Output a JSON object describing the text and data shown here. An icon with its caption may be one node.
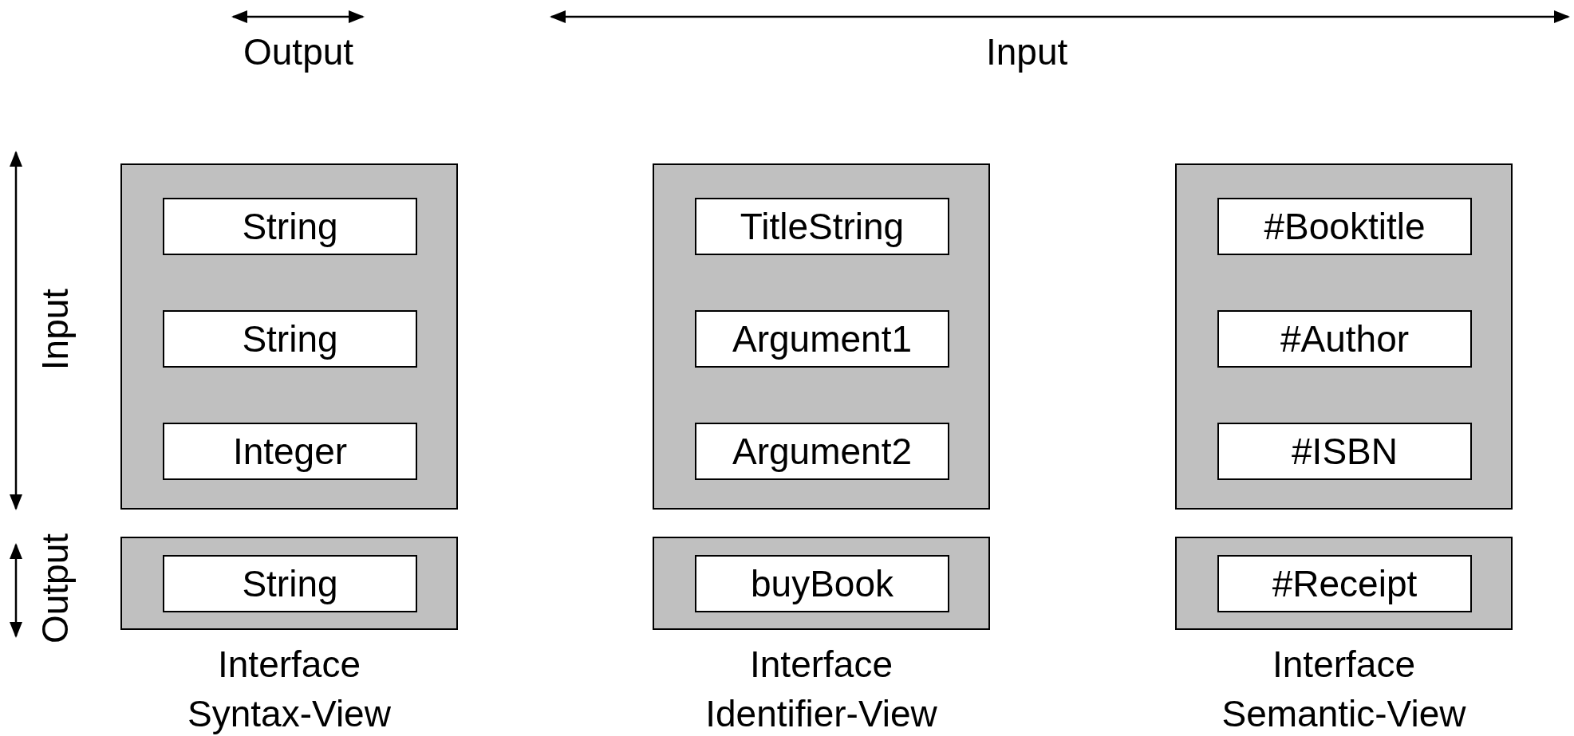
{
  "diagram": {
    "nodes": [
      {
        "text": [],
        "shape": "box"
      },
      {
        "text": [
          "String"
        ],
        "in": 0
      },
      {
        "text": [
          "String"
        ],
        "in": 0
      },
      {
        "text": [
          "Integer"
        ],
        "in": 0
      },
      {
        "text": [],
        "shape": "box"
      },
      {
        "text": [
          "String"
        ],
        "in": 4
      },
      {
        "text": [],
        "shape": "box"
      },
      {
        "text": [
          "TitleString"
        ],
        "in": 6
      },
      {
        "text": [
          "Argument1"
        ],
        "in": 6
      },
      {
        "text": [
          "Argument2"
        ],
        "in": 6
      },
      {
        "text": [],
        "shape": "box"
      },
      {
        "text": [
          "buyBook"
        ],
        "in": 10
      },
      {
        "text": [],
        "shape": "box"
      },
      {
        "text": [
          "#Booktitle"
        ],
        "in": 12
      },
      {
        "text": [
          "#Author"
        ],
        "in": 12
      },
      {
        "text": [
          "#ISBN"
        ],
        "in": 12
      },
      {
        "text": [],
        "shape": "box"
      },
      {
        "text": [
          "#Receipt"
        ],
        "in": 16
      }
    ],
    "edges": [],
    "labels": [
      "Output",
      "Input",
      "Input",
      "Output",
      "Interface Syntax-View",
      "Interface Identifier-View",
      "Interface Semantic-View"
    ]
  }
}
